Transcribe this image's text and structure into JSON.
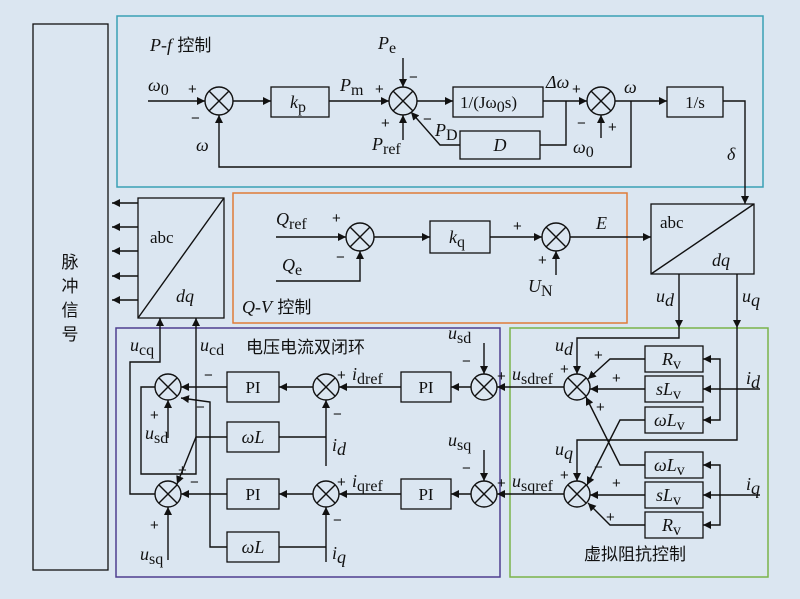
{
  "regions": {
    "pf": {
      "title_a": "P-f",
      "title_b": " 控制",
      "color": "#3aa0b5"
    },
    "qv": {
      "title_a": "Q-V",
      "title_b": " 控制",
      "color": "#e07b39"
    },
    "vc": {
      "title": "电压电流双闭环",
      "color": "#4e3f8f"
    },
    "vi": {
      "title": "虚拟阻抗控制",
      "color": "#7bb44a"
    }
  },
  "pulse_label": [
    "脉",
    "冲",
    "信",
    "号"
  ],
  "pf": {
    "omega0": "ω",
    "omega0_sub": "0",
    "kp": "k",
    "kp_sub": "p",
    "pm": "P",
    "pm_sub": "m",
    "pe": "P",
    "pe_sub": "e",
    "pref": "P",
    "pref_sub": "ref",
    "pd": "P",
    "pd_sub": "D",
    "inertia": "1/(Jω",
    "inertia_sub": "0",
    "inertia_end": "s)",
    "domega": "Δω",
    "damping": "D",
    "omega": "ω",
    "integrator": "1/s",
    "delta": "δ",
    "fb_omega": "ω"
  },
  "qv": {
    "qref": "Q",
    "qref_sub": "ref",
    "qe": "Q",
    "qe_sub": "e",
    "kq": "k",
    "kq_sub": "q",
    "un": "U",
    "un_sub": "N",
    "e": "E"
  },
  "transforms": {
    "abc": "abc",
    "dq": "dq",
    "ud": "u",
    "ud_sub": "d",
    "uq": "u",
    "uq_sub": "q",
    "ucq": "u",
    "ucq_sub": "cq",
    "ucd": "u",
    "ucd_sub": "cd"
  },
  "vc": {
    "pi": "PI",
    "wl": "ωL",
    "usd": "u",
    "usd_sub": "sd",
    "usq": "u",
    "usq_sub": "sq",
    "idref": "i",
    "idref_sub": "dref",
    "iqref": "i",
    "iqref_sub": "qref",
    "id": "i",
    "id_sub": "d",
    "iq": "i",
    "iq_sub": "q"
  },
  "vi": {
    "rv": "R",
    "rv_sub": "v",
    "slv": "sL",
    "slv_sub": "v",
    "wlv": "ωL",
    "wlv_sub": "v",
    "ud": "u",
    "ud_sub": "d",
    "uq": "u",
    "uq_sub": "q",
    "id": "i",
    "id_sub": "d",
    "iq": "i",
    "iq_sub": "q",
    "usdref": "u",
    "usdref_sub": "sdref",
    "usqref": "u",
    "usqref_sub": "sqref"
  },
  "signs": {
    "plus": "+",
    "minus": "−"
  }
}
